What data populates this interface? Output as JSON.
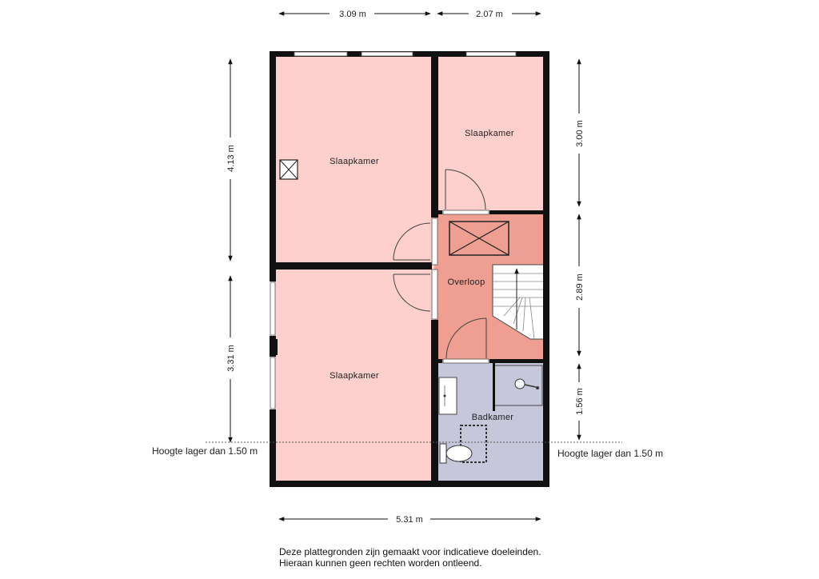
{
  "dimensions": {
    "top_left": "3.09 m",
    "top_right": "2.07 m",
    "bottom": "5.31 m",
    "left_upper": "4.13 m",
    "left_lower": "3.31 m",
    "right_upper": "3.00 m",
    "right_middle": "2.89 m",
    "right_lower": "1.56 m"
  },
  "rooms": {
    "bedroom_top_left": "Slaapkamer",
    "bedroom_top_right": "Slaapkamer",
    "bedroom_bottom": "Slaapkamer",
    "landing": "Overloop",
    "bathroom": "Badkamer"
  },
  "height_notes": {
    "left": "Hoogte lager dan 1.50 m",
    "right": "Hoogte lager dan 1.50 m"
  },
  "disclaimer": {
    "line1": "Deze plattegronden zijn gemaakt voor indicatieve doeleinden.",
    "line2": "Hieraan kunnen geen rechten worden ontleend."
  },
  "colors": {
    "bedroom": "#fdd0cd",
    "landing": "#ee9f92",
    "bathroom": "#c7c7db",
    "wall": "#111111"
  }
}
